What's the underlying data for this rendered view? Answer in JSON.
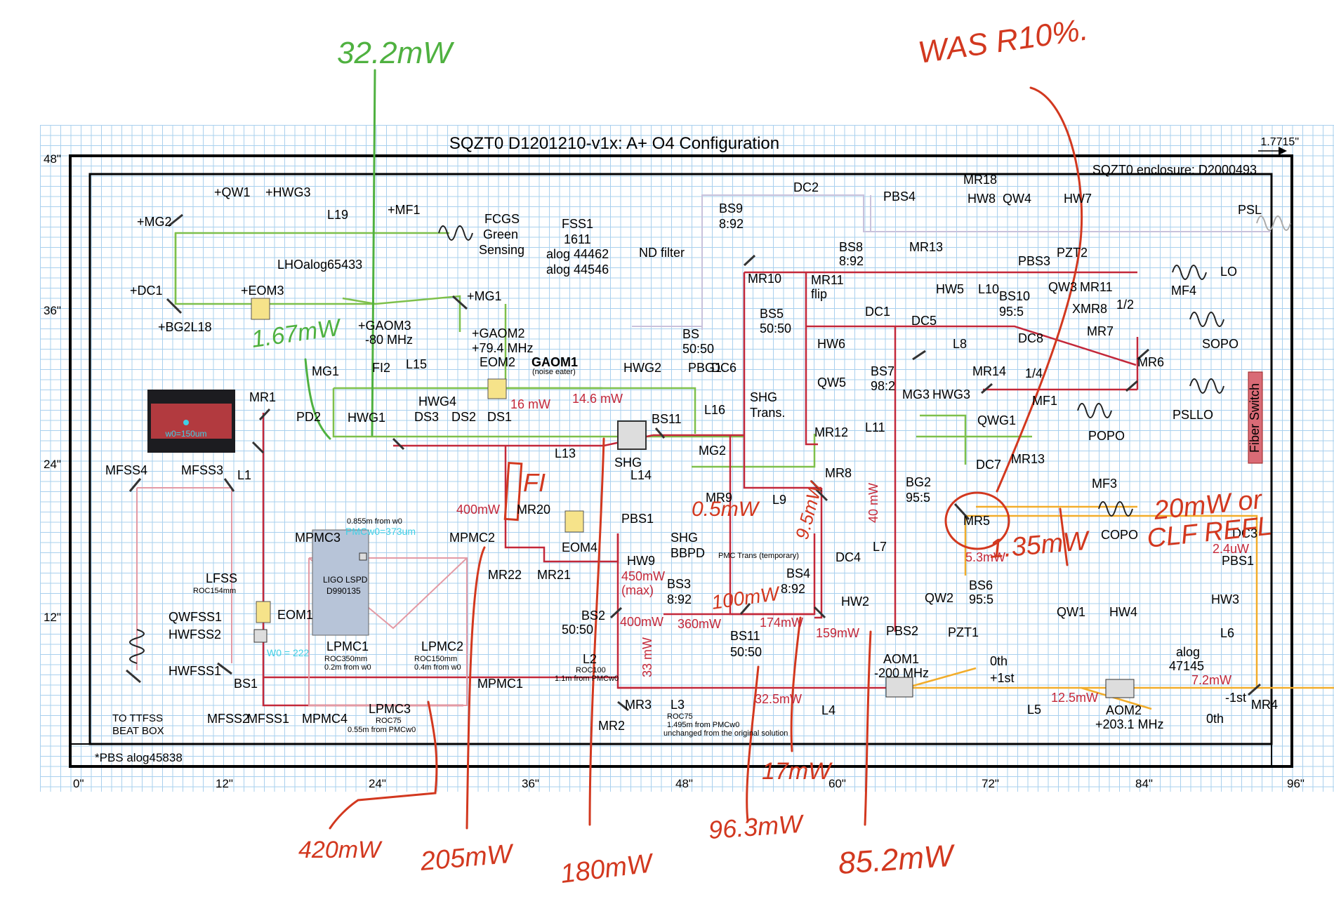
{
  "title": "SQZT0 D1201210-v1x: A+ O4 Configuration",
  "enclosure_label": "SQZT0 enclosure: D2000493",
  "scale_label": "1.7715\"",
  "footnote": "*PBS alog45838",
  "fiber_switch": "Fiber Switch",
  "ruler_x": [
    "0\"",
    "12\"",
    "24\"",
    "36\"",
    "48\"",
    "60\"",
    "72\"",
    "84\"",
    "96\""
  ],
  "ruler_y": [
    "48\"",
    "36\"",
    "24\"",
    "12\""
  ],
  "labels": {
    "qw1p": "+QW1",
    "hwg3p": "+HWG3",
    "l19": "L19",
    "mf1p": "+MF1",
    "mg2p": "+MG2",
    "fcgs": "FCGS",
    "green": "Green",
    "sensing": "Sensing",
    "lho": "LHOalog65433",
    "eom3p": "+EOM3",
    "dc1p": "+DC1",
    "bg2l18": "+BG2L18",
    "mg1p": "+MG1",
    "gaom3": "+GAOM3",
    "mhz80": "-80 MHz",
    "gaom2": "+GAOM2",
    "mhz794": "+79.4 MHz",
    "fss1": "FSS1",
    "n1611": "1611",
    "alog44462": "alog 44462",
    "alog44546": "alog 44546",
    "ndfilter": "ND filter",
    "bs9": "BS9",
    "bs9r": "8:92",
    "bs": "BS",
    "bs5050": "50:50",
    "dc2": "DC2",
    "pbs4": "PBS4",
    "mr18": "MR18",
    "hw8": "HW8",
    "qw4": "QW4",
    "hw7": "HW7",
    "psl": "PSL",
    "bs8": "BS8",
    "bs8r": "8:92",
    "mr13": "MR13",
    "pbs3": "PBS3",
    "pzt2": "PZT2",
    "mr10": "MR10",
    "mr11f": "MR11",
    "flip": "flip",
    "hw5": "HW5",
    "l10": "L10",
    "bs10": "BS10",
    "bs10r": "95:5",
    "qw3": "QW3",
    "mr11": "MR11",
    "lo": "LO",
    "mf4": "MF4",
    "xmr8": "XMR8",
    "half": "1/2",
    "mr7": "MR7",
    "sopo": "SOPO",
    "dc1": "DC1",
    "dc5": "DC5",
    "dc8": "DC8",
    "bs5": "BS5",
    "bs5r": "50:50",
    "hw6": "HW6",
    "qw5": "QW5",
    "l8": "L8",
    "mr14": "MR14",
    "quarter": "1/4",
    "mr6": "MR6",
    "bs7": "BS7",
    "bs7r": "98:2",
    "psllo": "PSLLO",
    "mg3": "MG3",
    "hwg3": "HWG3",
    "mf1": "MF1",
    "qwg1": "QWG1",
    "popo": "POPO",
    "mr13b": "MR13",
    "mr12": "MR12",
    "l11": "L11",
    "bg2": "BG2",
    "bg2r": "95:5",
    "dc7": "DC7",
    "mg1": "MG1",
    "fi2": "FI2",
    "l15": "L15",
    "eom2": "EOM2",
    "gaom1": "GAOM1",
    "noise": "(noise eater)",
    "hwg2": "HWG2",
    "pbg1": "PBG1",
    "dc6": "DC6",
    "hwg4": "HWG4",
    "pd2": "PD2",
    "hwg1": "HWG1",
    "ds3": "DS3",
    "ds2": "DS2",
    "ds1": "DS1",
    "bs11": "BS11",
    "l16": "L16",
    "shgt": "SHG",
    "trans": "Trans.",
    "mr1": "MR1",
    "l13": "L13",
    "shg": "SHG",
    "mg2": "MG2",
    "l14": "L14",
    "mr8": "MR8",
    "mr9": "MR9",
    "l9": "L9",
    "mfss4": "MFSS4",
    "mfss3": "MFSS3",
    "l1": "L1",
    "w0": "w0=150um",
    "mpmc3": "MPMC3",
    "mpmc2": "MPMC2",
    "pmcw0": "PMCw0=373um",
    "pmc855": "0.855m from w0",
    "mr20": "MR20",
    "pbs1": "PBS1",
    "eom4": "EOM4",
    "hw9": "HW9",
    "shgbbpd": "SHG",
    "bbpd": "BBPD",
    "pmctrans": "PMC Trans (temporary)",
    "bs4": "BS4",
    "bs4r": "8:92",
    "lfss": "LFSS",
    "roc154": "ROC154mm",
    "ligo": "LIGO LSPD",
    "d990135": "D990135",
    "mr22": "MR22",
    "mr21": "MR21",
    "bs3": "BS3",
    "bs3r": "8:92",
    "dc4": "DC4",
    "l7": "L7",
    "hw2": "HW2",
    "pbs2": "PBS2",
    "qw2": "QW2",
    "pzt1": "PZT1",
    "bs6": "BS6",
    "bs6r": "95:5",
    "qw1": "QW1",
    "hw4": "HW4",
    "hw3": "HW3",
    "pbs1r": "PBS1",
    "mr5": "MR5",
    "copo": "COPO",
    "mf3": "MF3",
    "dc3": "DC3",
    "qwfss1": "QWFSS1",
    "hwfss2": "HWFSS2",
    "hwfss1": "HWFSS1",
    "eom1": "EOM1",
    "w0222": "W0 = 222",
    "lpmc1": "LPMC1",
    "roc350": "ROC350mm",
    "p02": "0.2m from w0",
    "lpmc2": "LPMC2",
    "roc150": "ROC150mm",
    "p04": "0.4m from w0",
    "bs2": "BS2",
    "bs2r": "50:50",
    "bs11b": "BS11",
    "bs11br": "50:50",
    "aom1": "AOM1",
    "aom1f": "-200 MHz",
    "oth1": "0th",
    "first1": "+1st",
    "alog47145a": "alog",
    "alog47145b": "47145",
    "l6": "L6",
    "l5": "L5",
    "aom2": "AOM2",
    "aom2f": "+203.1 MHz",
    "mfirst": "-1st",
    "mr4": "MR4",
    "oth2": "0th",
    "ttfss1": "TO TTFSS",
    "ttfss2": "BEAT BOX",
    "mfss2": "MFSS2",
    "mfss1": "MFSS1",
    "bs1": "BS1",
    "mpmc4": "MPMC4",
    "lpmc3": "LPMC3",
    "roc75": "ROC75",
    "p055": "0.55m from PMCw0",
    "mpmc1": "MPMC1",
    "l2": "L2",
    "roc100": "ROC100",
    "p11": "1.1m from PMCw0",
    "mr3": "MR3",
    "mr2": "MR2",
    "l3": "L3",
    "roc75b": "ROC75",
    "p1495": "1.495m from PMCw0",
    "unchanged": "unchanged from the original solution",
    "l4": "L4"
  },
  "powers": {
    "p16": "16 mW",
    "p146": "14.6 mW",
    "p400": "400mW",
    "p450": "450mW",
    "pmax": "(max)",
    "p400b": "400mW",
    "p360": "360mW",
    "p174": "174mW",
    "p159": "159mW",
    "p33": "33 mW",
    "p325": "32.5mW",
    "p40": "40 mW",
    "p53": "5.3mW",
    "p24": "2.4uW",
    "p72": "7.2mW",
    "p125": "12.5mW"
  },
  "handwritten": {
    "top_green": "32.2mW",
    "green_mid": "1.67mW",
    "was": "WAS R10%.",
    "fi": "FI",
    "m05": "0.5mW",
    "m9": "9.5mW",
    "m100": "100mW",
    "m135": "1.35mW",
    "m20": "20mW or",
    "clf": "CLF REFL",
    "m420": "420mW",
    "m205": "205mW",
    "m180": "180mW",
    "m963": "96.3mW",
    "m852": "85.2mW",
    "m17": "17mW"
  },
  "colors": {
    "grid": "#a9d0ee",
    "red_beam": "#c3283a",
    "green_beam": "#7ec04b",
    "orange_beam": "#f2ad2b",
    "pink_beam": "#e39aa5",
    "ink_red": "#d2381f",
    "ink_green": "#4fb140",
    "cyan": "#3fd0e6"
  }
}
